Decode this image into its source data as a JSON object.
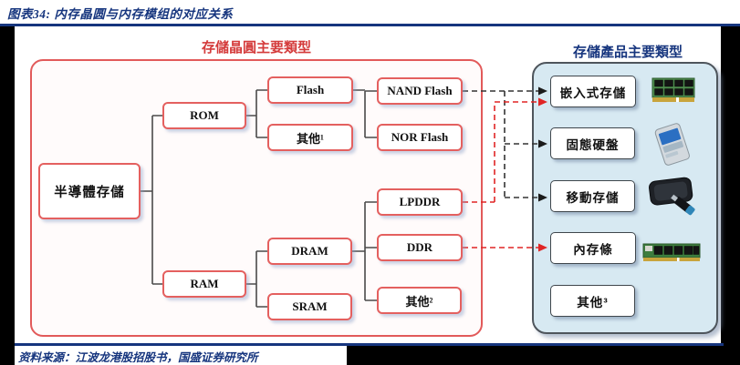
{
  "header": {
    "figure_title": "图表34: 内存晶圆与内存模组的对应关系"
  },
  "footer": {
    "source": "资料来源：江波龙港股招股书，国盛证券研究所"
  },
  "colors": {
    "title_blue": "#16357E",
    "rule_blue": "#16357E",
    "header_red": "#D43B3B",
    "node_border_red": "#E4605F",
    "container_border_red": "#E25A5A",
    "dashed_black": "#333333",
    "dashed_red": "#E02525",
    "product_panel_fill": "#D7E9F2",
    "product_panel_border": "#4E555C"
  },
  "wafer_panel": {
    "header": "存儲晶圓主要類型",
    "nodes": {
      "root": "半導體存儲",
      "rom": "ROM",
      "ram": "RAM",
      "flash": "Flash",
      "other1": "其他¹",
      "nand": "NAND Flash",
      "nor": "NOR Flash",
      "dram": "DRAM",
      "sram": "SRAM",
      "lpddr": "LPDDR",
      "ddr": "DDR",
      "other2": "其他²"
    }
  },
  "product_panel": {
    "header": "存儲產品主要類型",
    "items": [
      {
        "label": "嵌入式存儲",
        "icon": "sodimm-module-icon"
      },
      {
        "label": "固態硬盤",
        "icon": "ssd-icon"
      },
      {
        "label": "移動存儲",
        "icon": "portable-drive-usb-icon"
      },
      {
        "label": "內存條",
        "icon": "dimm-module-icon"
      },
      {
        "label": "其他³",
        "icon": null
      }
    ]
  },
  "mappings": [
    {
      "from": "NAND Flash",
      "to": [
        "嵌入式存儲",
        "固態硬盤",
        "移動存儲"
      ],
      "style": "black-dashed-arrow"
    },
    {
      "from": "LPDDR",
      "to": [
        "嵌入式存儲"
      ],
      "style": "red-dashed-arrow"
    },
    {
      "from": "DDR",
      "to": [
        "內存條"
      ],
      "style": "red-dashed-arrow"
    }
  ]
}
